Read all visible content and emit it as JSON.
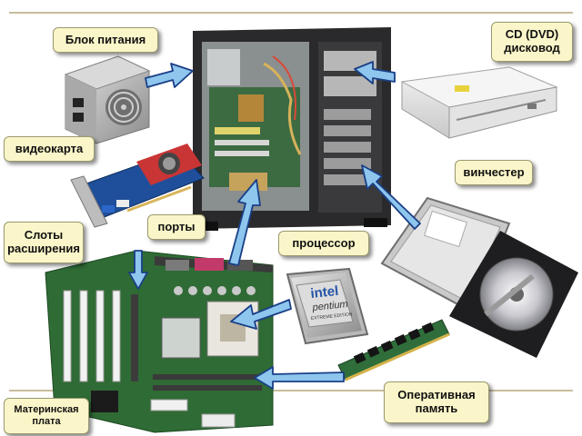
{
  "labels": {
    "power_supply": "Блок питания",
    "optical_drive": "CD (DVD)\nдисковод",
    "video_card": "видеокарта",
    "hard_drive": "винчестер",
    "expansion_slots": "Слоты\nрасширения",
    "ports": "порты",
    "processor": "процессор",
    "ram": "Оперативная\nпамять",
    "motherboard": "Материнская\nплата"
  },
  "cpu_markings": {
    "brand": "intel",
    "model": "pentium",
    "edition": "EXTREME EDITION"
  },
  "colors": {
    "callout_fill": "#fbf6c9",
    "arrow_fill": "#8ec6ee",
    "arrow_stroke": "#1a3f86",
    "frame_line": "#b5a77c",
    "pcb_green": "#2f6b35",
    "case_black": "#1c1c1e"
  }
}
